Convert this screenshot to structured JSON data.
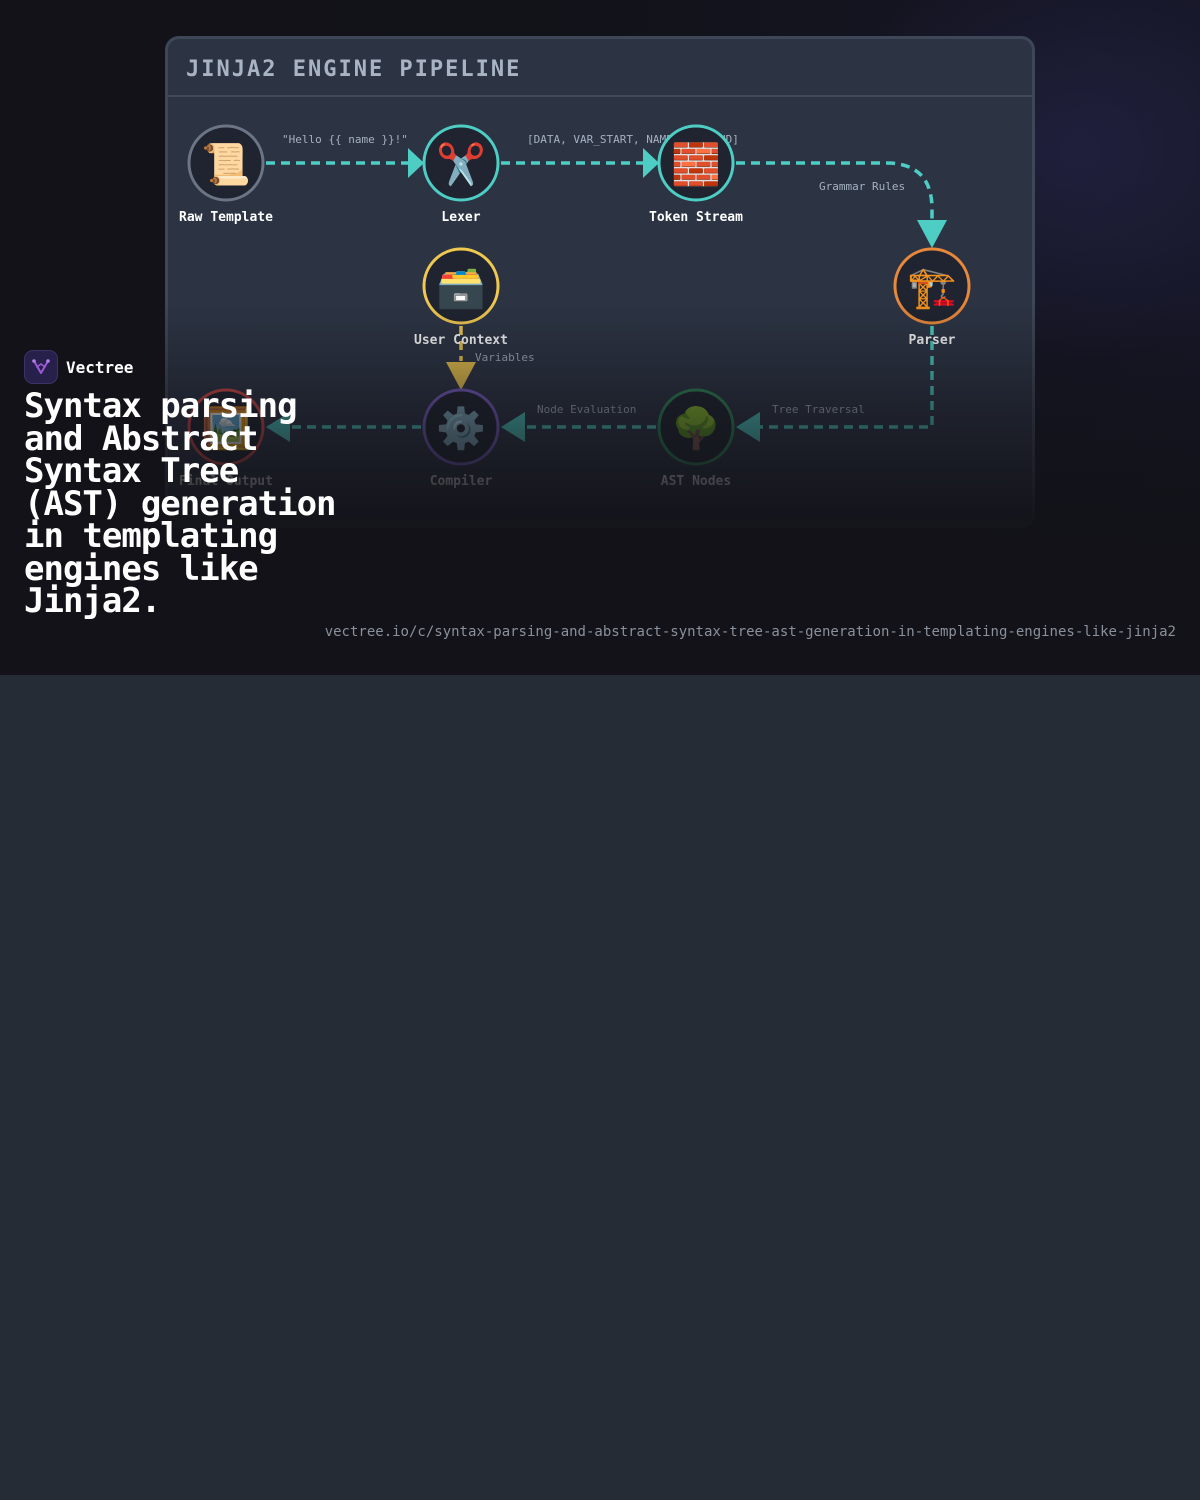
{
  "panel": {
    "title": "JINJA2 ENGINE PIPELINE"
  },
  "nodes": [
    {
      "id": "raw_template",
      "label": "Raw Template",
      "icon": "scroll-icon",
      "glyph": "📜",
      "color": "#6b7585"
    },
    {
      "id": "lexer",
      "label": "Lexer",
      "icon": "scissors-icon",
      "glyph": "✂️",
      "color": "#4ecdc4"
    },
    {
      "id": "token_stream",
      "label": "Token Stream",
      "icon": "bricks-icon",
      "glyph": "🧱",
      "color": "#4ecdc4"
    },
    {
      "id": "parser",
      "label": "Parser",
      "icon": "crane-icon",
      "glyph": "🏗️",
      "color": "#e8883a"
    },
    {
      "id": "user_context",
      "label": "User Context",
      "icon": "card-file-box-icon",
      "glyph": "🗃️",
      "color": "#f0c850"
    },
    {
      "id": "ast_nodes",
      "label": "AST Nodes",
      "icon": "tree-icon",
      "glyph": "🌳",
      "color": "#2e8b57"
    },
    {
      "id": "compiler",
      "label": "Compiler",
      "icon": "gear-icon",
      "glyph": "⚙️",
      "color": "#7b5fc7"
    },
    {
      "id": "final_output",
      "label": "Final Output",
      "icon": "framed-picture-icon",
      "glyph": "🖼️",
      "color": "#d94a4a"
    }
  ],
  "edges": [
    {
      "from": "raw_template",
      "to": "lexer",
      "label": "\"Hello {{ name }}!\"",
      "color": "#4ecdc4"
    },
    {
      "from": "lexer",
      "to": "token_stream",
      "label": "[DATA, VAR_START, NAME, VAR_END]",
      "color": "#4ecdc4"
    },
    {
      "from": "token_stream",
      "to": "parser",
      "label": "Grammar Rules",
      "color": "#4ecdc4"
    },
    {
      "from": "parser",
      "to": "ast_nodes",
      "label": "Tree Traversal",
      "color": "#4ecdc4"
    },
    {
      "from": "ast_nodes",
      "to": "compiler",
      "label": "Node Evaluation",
      "color": "#4ecdc4"
    },
    {
      "from": "user_context",
      "to": "compiler",
      "label": "Variables",
      "color": "#f0c850"
    },
    {
      "from": "compiler",
      "to": "final_output",
      "label": "",
      "color": "#4ecdc4"
    }
  ],
  "brand": {
    "name": "Vectree",
    "logo_icon": "vectree-logo-icon",
    "logo_color": "#9b59d6"
  },
  "headline": "Syntax parsing and Abstract Syntax Tree (AST) generation in templating engines like Jinja2.",
  "url": "vectree.io/c/syntax-parsing-and-abstract-syntax-tree-ast-generation-in-templating-engines-like-jinja2"
}
